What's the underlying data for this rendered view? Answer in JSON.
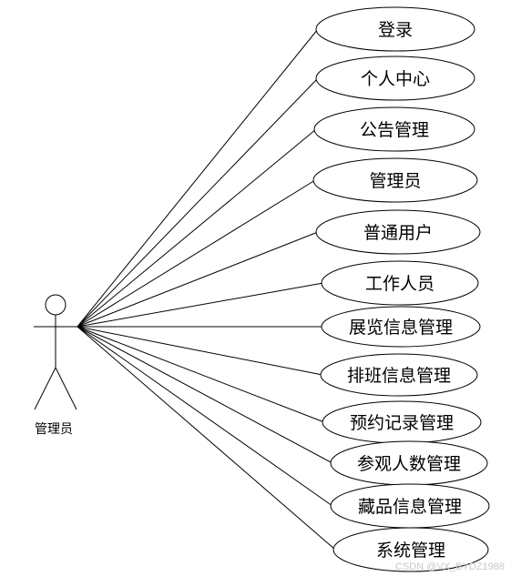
{
  "actor": {
    "label": "管理员"
  },
  "use_cases": [
    {
      "label": "登录"
    },
    {
      "label": "个人中心"
    },
    {
      "label": "公告管理"
    },
    {
      "label": "管理员"
    },
    {
      "label": "普通用户"
    },
    {
      "label": "工作人员"
    },
    {
      "label": "展览信息管理"
    },
    {
      "label": "排班信息管理"
    },
    {
      "label": "预约记录管理"
    },
    {
      "label": "参观人数管理"
    },
    {
      "label": "藏品信息管理"
    },
    {
      "label": "系统管理"
    }
  ],
  "watermark": "CSDN @VX_BYDZ1988"
}
